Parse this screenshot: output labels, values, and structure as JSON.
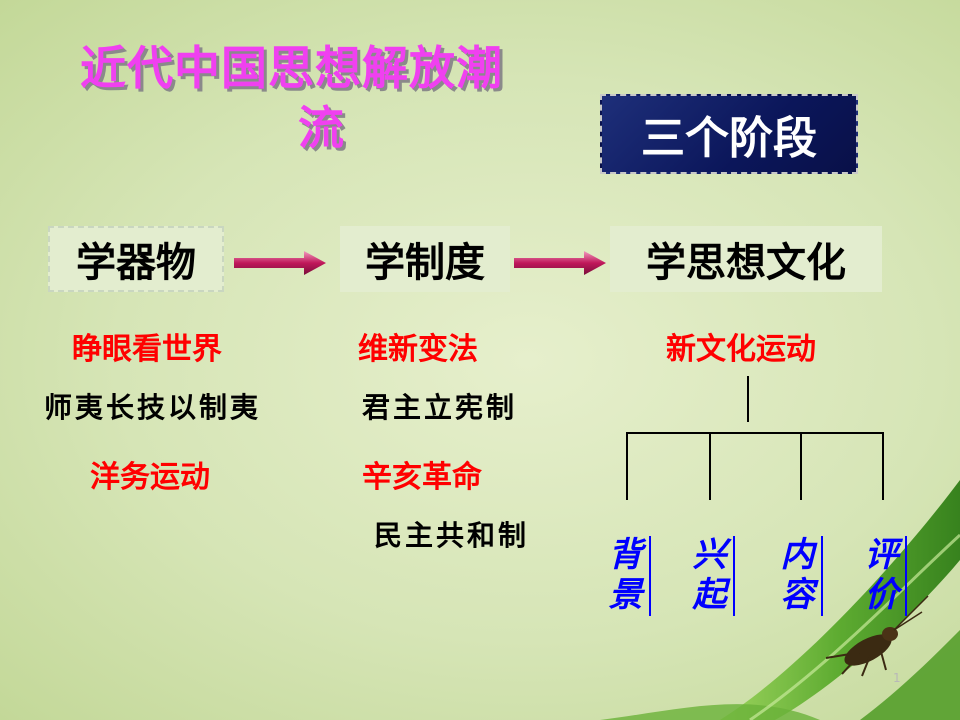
{
  "title": {
    "line1": "近代中国思想解放潮",
    "line2": "流"
  },
  "stages_label": "三个阶段",
  "flow": [
    "学器物",
    "学制度",
    "学思想文化"
  ],
  "col1": {
    "item1": "睁眼看世界",
    "note1": "师夷长技以制夷",
    "item2": "洋务运动"
  },
  "col2": {
    "item1": "维新变法",
    "note1": "君主立宪制",
    "item2": "辛亥革命",
    "note2": "民主共和制"
  },
  "col3": {
    "item1": "新文化运动",
    "branches": [
      "背景",
      "兴起",
      "内容",
      "评价"
    ]
  },
  "page_number": "1",
  "colors": {
    "title": "#f040f0",
    "stage_box": "#0b165a",
    "red_text": "#ff0000",
    "blue_text": "#0000ff",
    "arrow": "#c0185a"
  }
}
